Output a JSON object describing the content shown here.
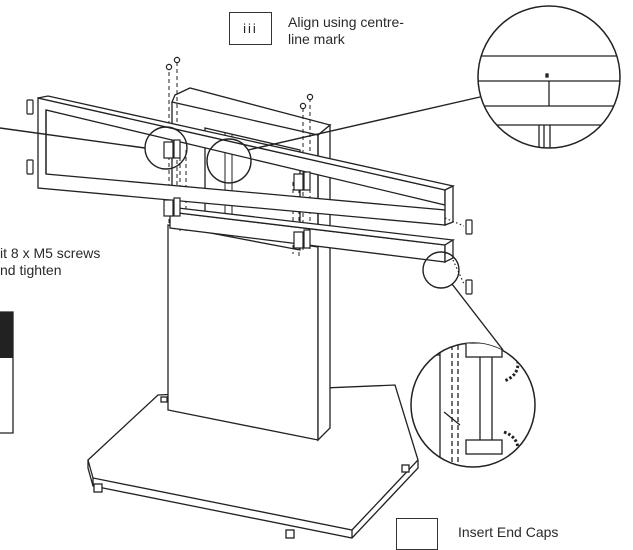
{
  "steps": {
    "align": {
      "number": "iii",
      "text_line1": "Align using centre-",
      "text_line2": "line mark"
    },
    "screws": {
      "text_line1": "it 8 x M5 screws",
      "text_line2": "nd tighten"
    },
    "end_caps": {
      "text": "Insert End Caps"
    }
  },
  "colors": {
    "line": "#222222",
    "stroke_light": "#555555",
    "background": "#ffffff"
  }
}
